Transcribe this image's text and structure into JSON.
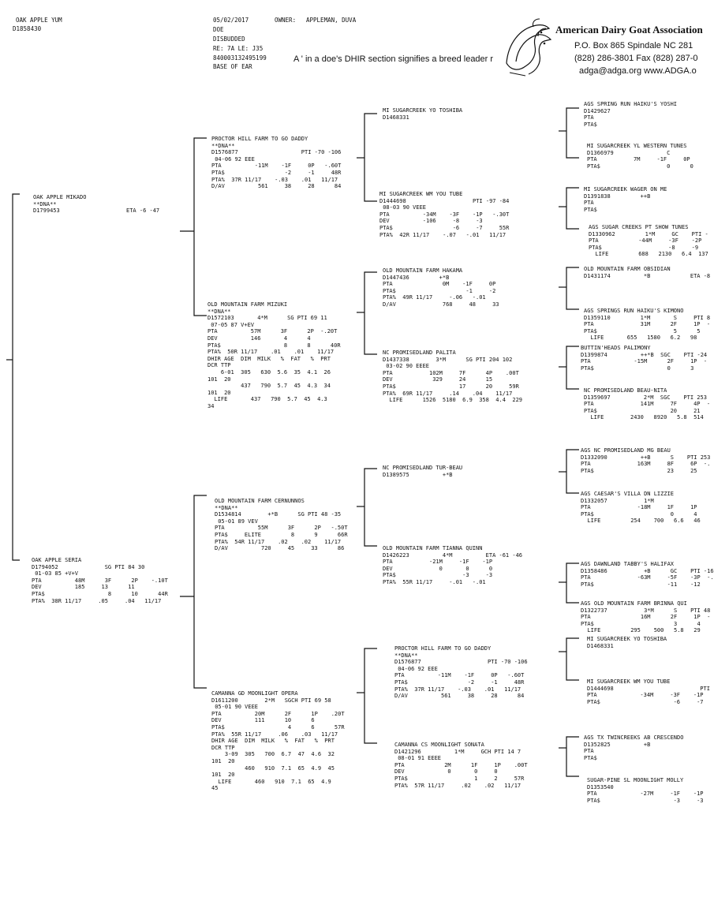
{
  "header": {
    "animal_name": "OAK APPLE YUM",
    "animal_id": "D1858430",
    "date": "05/02/2017",
    "owner_label": "OWNER:",
    "owner": "APPLEMAN, DUVA",
    "sex": "DOE",
    "horn_status": "DISBUDDED",
    "tattoo": "RE: 7A LE: J35",
    "tag_id": "840003132495199",
    "tag_location": "BASE OF EAR",
    "note": "A ' in a doe's  DHIR section  signifies a breed leader r"
  },
  "association": {
    "logo": "goat-heads-logo",
    "name": "American Dairy Goat Association",
    "address": "P.O. Box 865   Spindale NC 281",
    "phone": "(828) 286-3801   Fax (828) 287-0",
    "contact": "adga@adga.org   www.ADGA.o"
  },
  "pedigree": {
    "sire": "OAK APPLE MIKADO\n**DNA**\nD1799453                    ETA -6 -47",
    "dam": "OAK APPLE SERIA\nD1794052              SG PTI 84 30\n 01-03 85 +V+V\nPTA          48M      3F      2P    -.10T\nDEV          185     13      11\nPTA$                   8      10      44R\nPTA%  38R 11/17     .05     .04   11/17",
    "ss": "PROCTOR HILL FARM TO GO DADDY\n**DNA**\nD1576877                   PTI -70 -106\n 04-06 92 EEE\nPTA          -11M    -1F     0P   -.60T\nPTA$                  -2     -1     48R\nPTA%  37R 11/17    -.03    .01   11/17\nD/AV          561     38     28      84",
    "sd": "OLD MOUNTAIN FARM MIZUKI\n**DNA**\nD1572103       4*M      SG PTI 69 11\n 07-05 87 V+EV\nPTA          57M      3F      2P  -.20T\nDEV          146       4      4\nPTA$                   8      8      40R\nPTA%  50R 11/17    .01    .01    11/17\nDHIR AGE  DIM  MILK   %  FAT   %  PRT\nDCR TTP\n    6-01  305   630  5.6  35  4.1  26\n101  20\n          437   790  5.7  45  4.3  34\n101  20\n  LIFE       437   790  5.7  45  4.3\n34",
    "ds": "OLD MOUNTAIN FARM CERNUNNOS\n**DNA**\nD1534814        +*B      SG PTI 48 -35\n 05-01 89 VEV\nPTA          55M      3F      2P   -.50T\nPTA$     ELITE         8      9      66R\nPTA%  54R 11/17    .02    .02    11/17\nD/AV          720     45     33      86",
    "dd": "CAMANNA GD MOONLIGHT OPERA\nD1611200        2*M   SGCH PTI 69 58\n 05-01 90 VEEE\nPTA          20M      2F      1P    .20T\nDEV          111      10      6\nPTA$                   4      6      57R\nPTA%  55R 11/17     .06    .03   11/17\nDHIR AGE  DIM  MILK   %  FAT   %  PRT\nDCR TTP\n    3-09  305   700  6.7  47  4.6  32\n101  20\n          460   910  7.1  65  4.9  45\n101  20\n  LIFE       460   910  7.1  65  4.9\n45",
    "sss": "MI SUGARCREEK YO TOSHIBA\nD1468331",
    "ssd": "MI SUGARCREEK WM YOU TUBE\nD1444698                    PTI -97 -84\n 08-03 90 VEEE\nPTA          -34M    -3F    -1P   -.30T\nDEV          -106     -8     -3\nPTA$                  -6     -7     55R\nPTA%  42R 11/17    -.07   -.01   11/17",
    "sds": "OLD MOUNTAIN FARM HAKAMA\nD1447436         +*B\nPTA               0M    -1F     0P\nPTA$                     -1     -2\nPTA%  49R 11/17     -.06   -.01\nD/AV              768     48     33",
    "sdd": "NC PROMISEDLAND PALITA\nD1437338        3*M      SG PTI 204 102\n 03-02 90 EEEE\nPTA           102M     7F      4P    .00T\nDEV            329     24      15\nPTA$                   17      20     59R\nPTA%  69R 11/17     .14    .04    11/17\n  LIFE      1526  5180  6.9  358  4.4  229",
    "dss": "NC PROMISEDLAND TUR-BEAU\nD1389575          +*B",
    "dsd": "OLD MOUNTAIN FARM TIANNA QUINN\nD1426223          4*M          ETA -61 -46\nPTA           -21M     -1F    -1P\nDEV              0       0      0\nPTA$                    -3     -3\nPTA%  55R 11/17     -.01   -.01",
    "dds": "PROCTOR HILL FARM TO GO DADDY\n**DNA**\nD1576877                    PTI -70 -106\n 04-06 92 EEE\nPTA          -11M    -1F     0P   -.60T\nPTA$                  -2     -1     48R\nPTA%  37R 11/17    -.03    .01   11/17\nD/AV          561     38     28      84",
    "ddd": "CAMANNA CS MOONLIGHT SONATA\nD1421296          1*M     GCH PTI 14 7\n 08-01 91 EEEE\nPTA            2M      1F     1P    .00T\nDEV             0       0     0\nPTA$                    1     2     57R\nPTA%  57R 11/17     .02    .02   11/17",
    "g4_1": "AGS SPRING RUN HAIKU'S YOSHI\nD1429627\nPTA\nPTA$",
    "g4_2": "MI SUGARCREEK YL WESTERN TUNES\nD1366979                C\nPTA           7M     -1F     0P\nPTA$                    0      0",
    "g4_3": "MI SUGARCREEK WAGER ON ME\nD1391838         ++B\nPTA\nPTA$",
    "g4_4": "AGS SUGAR CREEKS PT SHOW TUNES\nD1330962         1*M     GC    PTI -\nPTA            -44M     -3F    -2P\nPTA$                    -8     -9\n  LIFE         688   2130   6.4  137",
    "g4_5": "OLD MOUNTAIN FARM OBSIDIAN\nD1431174          *B            ETA -8",
    "g4_6": "AGS SPRINGS RUN HAIKU'S KIMONO\nD1359110         1*M       S     PTI 8\nPTA              31M      2F     1P  -\nPTA$                       5      5\n  LIFE       655   1580   6.2   98",
    "g4_7": "BUTTIN'HEADS PALIMONY\nD1399874          ++*B  SGC    PTI -24\nPTA             -15M      2F     1P  -\nPTA$                      0      3",
    "g4_8": "NC PROMISEDLAND BEAU-NITA\nD1359697          2*M  SGC    PTI 253\nPTA              141M     7F     4P  -\nPTA$                      20     21\n  LIFE        2430   8920   5.8  514",
    "g4_9": "AGS NC PROMISEDLAND MG BEAU\nD1332090          ++B      S    PTI 253\nPTA              163M     8F     6P  -.\nPTA$                      23     25",
    "g4_10": "AGS CAESAR'S VILLA DN LIZZIE\nD1332057           1*M\nPTA              -18M     1F     1P\nPTA$                       0      4\n  LIFE         254    700   6.6   46",
    "g4_11": "AGS DAWNLAND TABBY'S HALIFAX\nD1358486           +B      GC    PTI -16\nPTA              -63M     -5F    -3P  -.\nPTA$                      -11    -12",
    "g4_12": "AGS OLD MOUNTAIN FARM BRINNA QUI\nD1322737           3*M      S    PTI 48\nPTA               16M      2F     1P  -\nPTA$                        3      4\n  LIFE         295    500   5.8   29",
    "g4_13": "MI SUGARCREEK YO TOSHIBA\nD1468331",
    "g4_14": "MI SUGARCREEK WM YOU TUBE\nD1444698                          PTI\nPTA             -34M     -3F    -1P\nPTA$                      -6     -7",
    "g4_15": "AGS TX TWINCREEKS AB CRESCENDO\nD1352825          +B\nPTA\nPTA$",
    "g4_16": "SUGAR-PINE SL MOONLIGHT MOLLY\nD1353540\nPTA             -27M     -1F    -1P\nPTA$                      -3     -3"
  }
}
